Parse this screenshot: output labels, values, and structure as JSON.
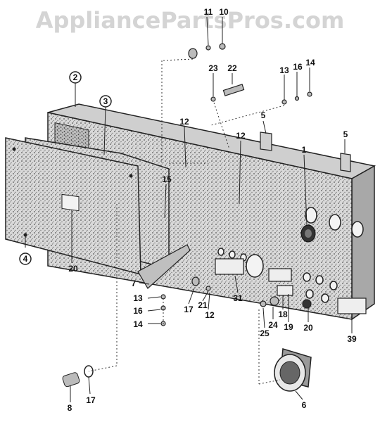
{
  "watermark": "AppliancePartsPros.com",
  "callouts": [
    {
      "id": "c11",
      "text": "11"
    },
    {
      "id": "c10",
      "text": "10"
    },
    {
      "id": "c23",
      "text": "23"
    },
    {
      "id": "c22",
      "text": "22"
    },
    {
      "id": "c13a",
      "text": "13"
    },
    {
      "id": "c16a",
      "text": "16"
    },
    {
      "id": "c14a",
      "text": "14"
    },
    {
      "id": "c2",
      "text": "2",
      "circled": true
    },
    {
      "id": "c3",
      "text": "3",
      "circled": true
    },
    {
      "id": "c5a",
      "text": "5"
    },
    {
      "id": "c5b",
      "text": "5"
    },
    {
      "id": "c12a",
      "text": "12"
    },
    {
      "id": "c12b",
      "text": "12"
    },
    {
      "id": "c1",
      "text": "1"
    },
    {
      "id": "c15",
      "text": "15"
    },
    {
      "id": "c4",
      "text": "4",
      "circled": true
    },
    {
      "id": "c20a",
      "text": "20"
    },
    {
      "id": "c7",
      "text": "7"
    },
    {
      "id": "c13b",
      "text": "13"
    },
    {
      "id": "c16b",
      "text": "16"
    },
    {
      "id": "c14b",
      "text": "14"
    },
    {
      "id": "c17a",
      "text": "17"
    },
    {
      "id": "c21",
      "text": "21"
    },
    {
      "id": "c12c",
      "text": "12"
    },
    {
      "id": "c31",
      "text": "31"
    },
    {
      "id": "c24",
      "text": "24"
    },
    {
      "id": "c18",
      "text": "18"
    },
    {
      "id": "c19",
      "text": "19"
    },
    {
      "id": "c25",
      "text": "25"
    },
    {
      "id": "c20b",
      "text": "20"
    },
    {
      "id": "c39",
      "text": "39"
    },
    {
      "id": "c8",
      "text": "8"
    },
    {
      "id": "c17b",
      "text": "17"
    },
    {
      "id": "c6",
      "text": "6"
    }
  ]
}
